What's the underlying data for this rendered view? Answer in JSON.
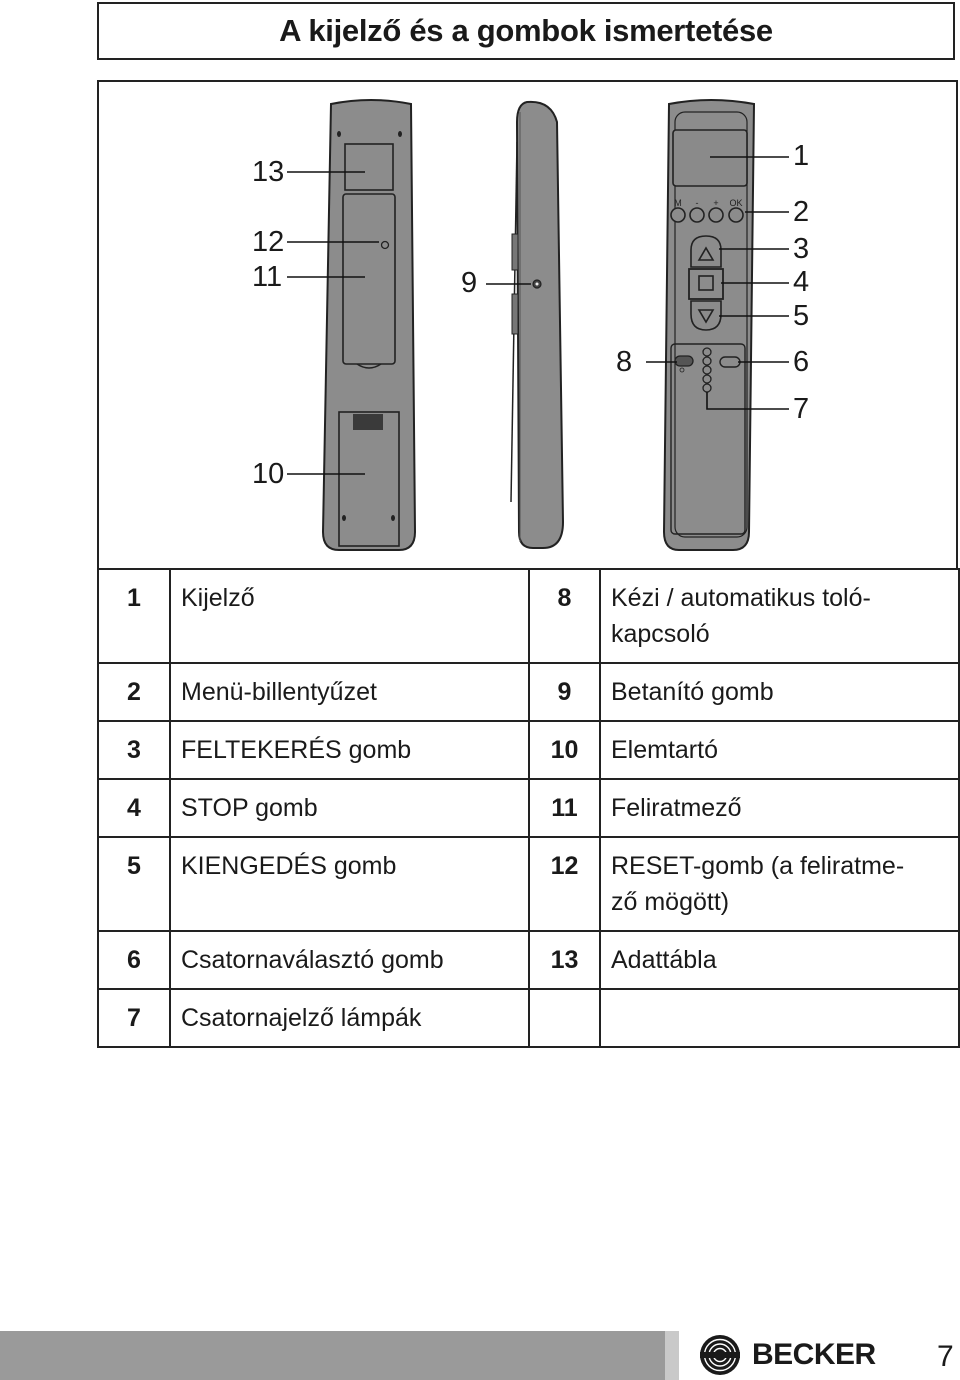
{
  "page": {
    "title": "A kijelző és a gombok ismertetése",
    "page_number": "7",
    "brand": "BECKER"
  },
  "figure": {
    "callouts": {
      "c1": "1",
      "c2": "2",
      "c3": "3",
      "c4": "4",
      "c5": "5",
      "c6": "6",
      "c7": "7",
      "c8": "8",
      "c9": "9",
      "c10": "10",
      "c11": "11",
      "c12": "12",
      "c13": "13"
    },
    "keypad_labels": {
      "m": "M",
      "minus": "-",
      "plus": "+",
      "ok": "OK"
    }
  },
  "legend": {
    "rows": [
      {
        "n1": "1",
        "l1": "Kijelző",
        "n2": "8",
        "l2": "Kézi / automatikus toló-\nkapcsoló"
      },
      {
        "n1": "2",
        "l1": "Menü-billentyűzet",
        "n2": "9",
        "l2": "Betanító gomb"
      },
      {
        "n1": "3",
        "l1": "FELTEKERÉS gomb",
        "n2": "10",
        "l2": "Elemtartó"
      },
      {
        "n1": "4",
        "l1": "STOP gomb",
        "n2": "11",
        "l2": "Feliratmező"
      },
      {
        "n1": "5",
        "l1": "KIENGEDÉS gomb",
        "n2": "12",
        "l2": "RESET-gomb (a feliratme-\nző mögött)"
      },
      {
        "n1": "6",
        "l1": "Csatornaválasztó gomb",
        "n2": "13",
        "l2": "Adattábla"
      },
      {
        "n1": "7",
        "l1": "Csatornajelző lámpák",
        "n2": "",
        "l2": ""
      }
    ]
  }
}
